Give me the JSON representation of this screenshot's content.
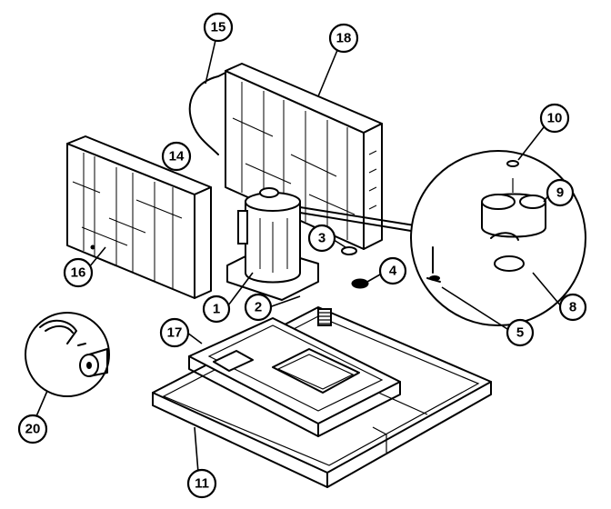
{
  "diagram": {
    "callouts": [
      {
        "id": "c1",
        "label": "1"
      },
      {
        "id": "c2",
        "label": "2"
      },
      {
        "id": "c3",
        "label": "3"
      },
      {
        "id": "c4",
        "label": "4"
      },
      {
        "id": "c5",
        "label": "5"
      },
      {
        "id": "c8",
        "label": "8"
      },
      {
        "id": "c9",
        "label": "9"
      },
      {
        "id": "c10",
        "label": "10"
      },
      {
        "id": "c11",
        "label": "11"
      },
      {
        "id": "c14",
        "label": "14"
      },
      {
        "id": "c15",
        "label": "15"
      },
      {
        "id": "c16",
        "label": "16"
      },
      {
        "id": "c17",
        "label": "17"
      },
      {
        "id": "c18",
        "label": "18"
      },
      {
        "id": "c20",
        "label": "20"
      }
    ]
  }
}
